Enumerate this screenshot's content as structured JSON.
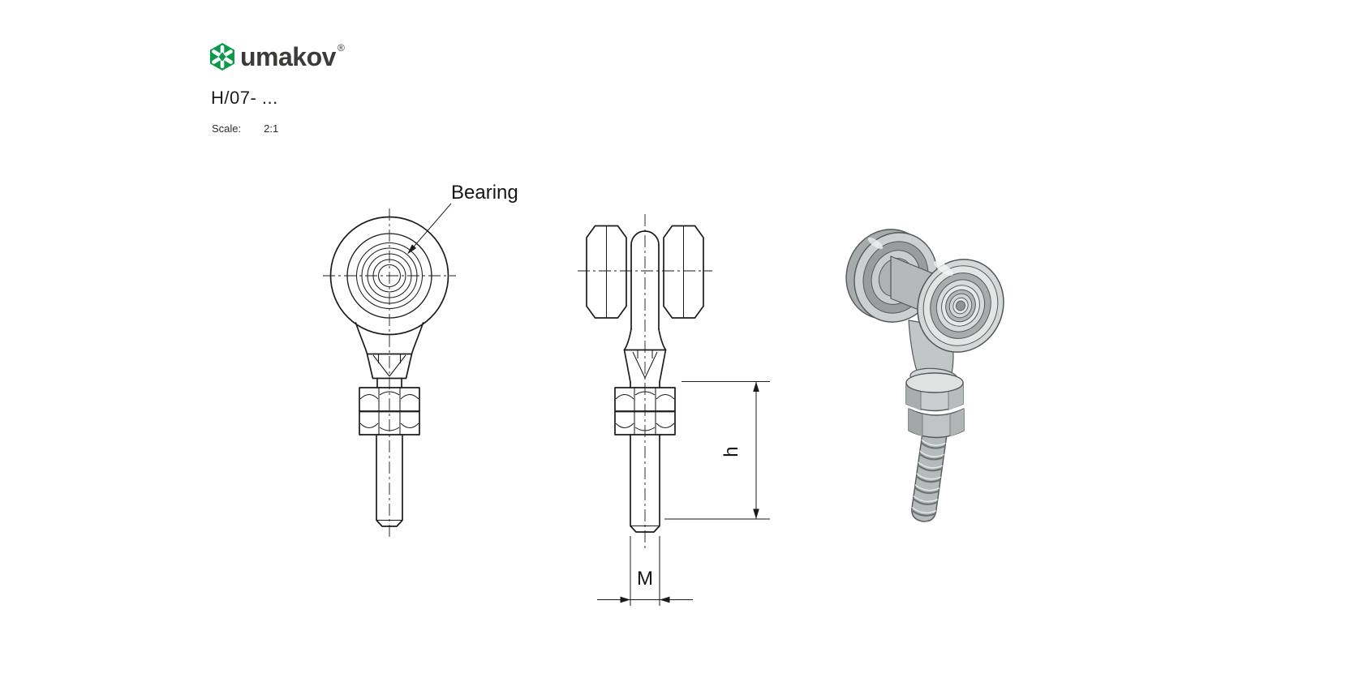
{
  "brand": {
    "name": "umakov",
    "registered_mark": "®",
    "logo_green": "#0B9A48",
    "text_color": "#3B3B3A"
  },
  "drawing": {
    "part_number": "H/07- ...",
    "scale_label": "Scale:",
    "scale_value": "2:1",
    "bearing_label": "Bearing",
    "dim_height": "h",
    "dim_thread": "M"
  },
  "icons": {
    "logo_icon": "hexagon-star"
  },
  "colors": {
    "background": "#FFFFFF",
    "line": "#1C1C1C",
    "render_outline": "#54585A",
    "render_light": "#E6E8E8",
    "render_mid": "#C3C7C7",
    "render_dark": "#9AA0A0"
  }
}
